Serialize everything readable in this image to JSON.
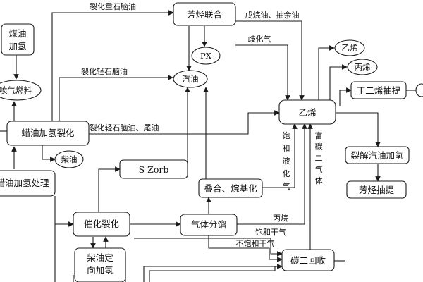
{
  "nodes": {
    "meiyou_jiaqing": [
      "煤油",
      "加氢"
    ],
    "penqi_ranliao": "喷气燃料",
    "layou_jiaqing_liehua": "蜡油加氢裂化",
    "chaiyou": "柴油",
    "layou_jiaqing_chuli": "蜡油加氢处理",
    "fangting_lianhe": "芳烃联合",
    "px": "PX",
    "qiyou": "汽油",
    "yixi": "乙烯",
    "yixi_out": "乙烯",
    "bingxi": "丙烯",
    "dingerxi_chouti": "丁二烯抽提",
    "liejie_qiyou_jiaqing": "裂解汽油加氢",
    "fangting_chouti": "芳烃抽提",
    "szorb": "S Zorb",
    "diehe_wanjihua": "叠合、烷基化",
    "cuihua_liehua": "催化裂化",
    "qiti_fenliu": "气体分馏",
    "chaiyou_dingxiang_jiaqing": [
      "柴油定",
      "向加氢"
    ],
    "taner_huishou": "碳二回收"
  },
  "edge_labels": {
    "liehua_zhongshi_naoyou": "裂化重石脑油",
    "wushaoyou_chouyuyou": "戊烷油、抽余油",
    "zhihuaqi": "歧化气",
    "liehua_qingshi_naoyou": "裂化轻石脑油",
    "liehua_qingshi_naoyou_weiyou": "裂化轻石脑油、尾油",
    "baohe_yehuaqi": [
      "饱",
      "和",
      "液",
      "化",
      "气"
    ],
    "fu_taner_qiti": [
      "富",
      "碳",
      "二",
      "气",
      "体"
    ],
    "bingwan": "丙烷",
    "baohe_ganqi": "饱和干气",
    "bubaohe_ganqi": "不饱和干气"
  }
}
